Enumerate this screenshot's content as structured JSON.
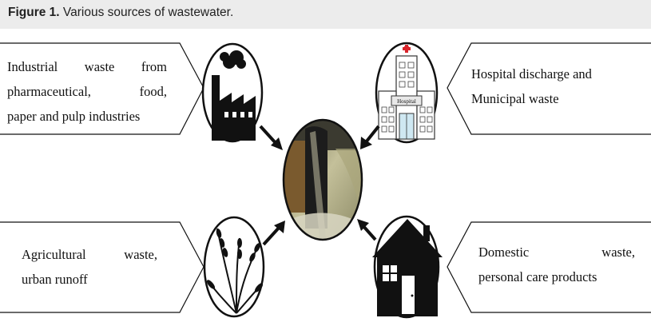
{
  "caption": {
    "label": "Figure 1.",
    "text": "Various sources of wastewater."
  },
  "sources": {
    "industrial": {
      "line1": "Industrial waste from",
      "line2": "pharmaceutical, food,",
      "line3": "paper and pulp industries",
      "icon": "factory-icon"
    },
    "hospital": {
      "line1": "Hospital discharge and",
      "line2": "Municipal waste",
      "icon": "hospital-icon",
      "sign": "Hospital"
    },
    "agricultural": {
      "line1": "Agricultural waste,",
      "line2": "urban runoff",
      "icon": "wheat-icon"
    },
    "domestic": {
      "line1": "Domestic waste,",
      "line2": "personal care products",
      "icon": "house-icon"
    }
  },
  "center": {
    "icon": "wastewater-pipe-icon"
  },
  "colors": {
    "outline": "#111111",
    "caption_bg": "#ececec",
    "red_cross": "#d9242b",
    "water": "#b8b48a"
  }
}
